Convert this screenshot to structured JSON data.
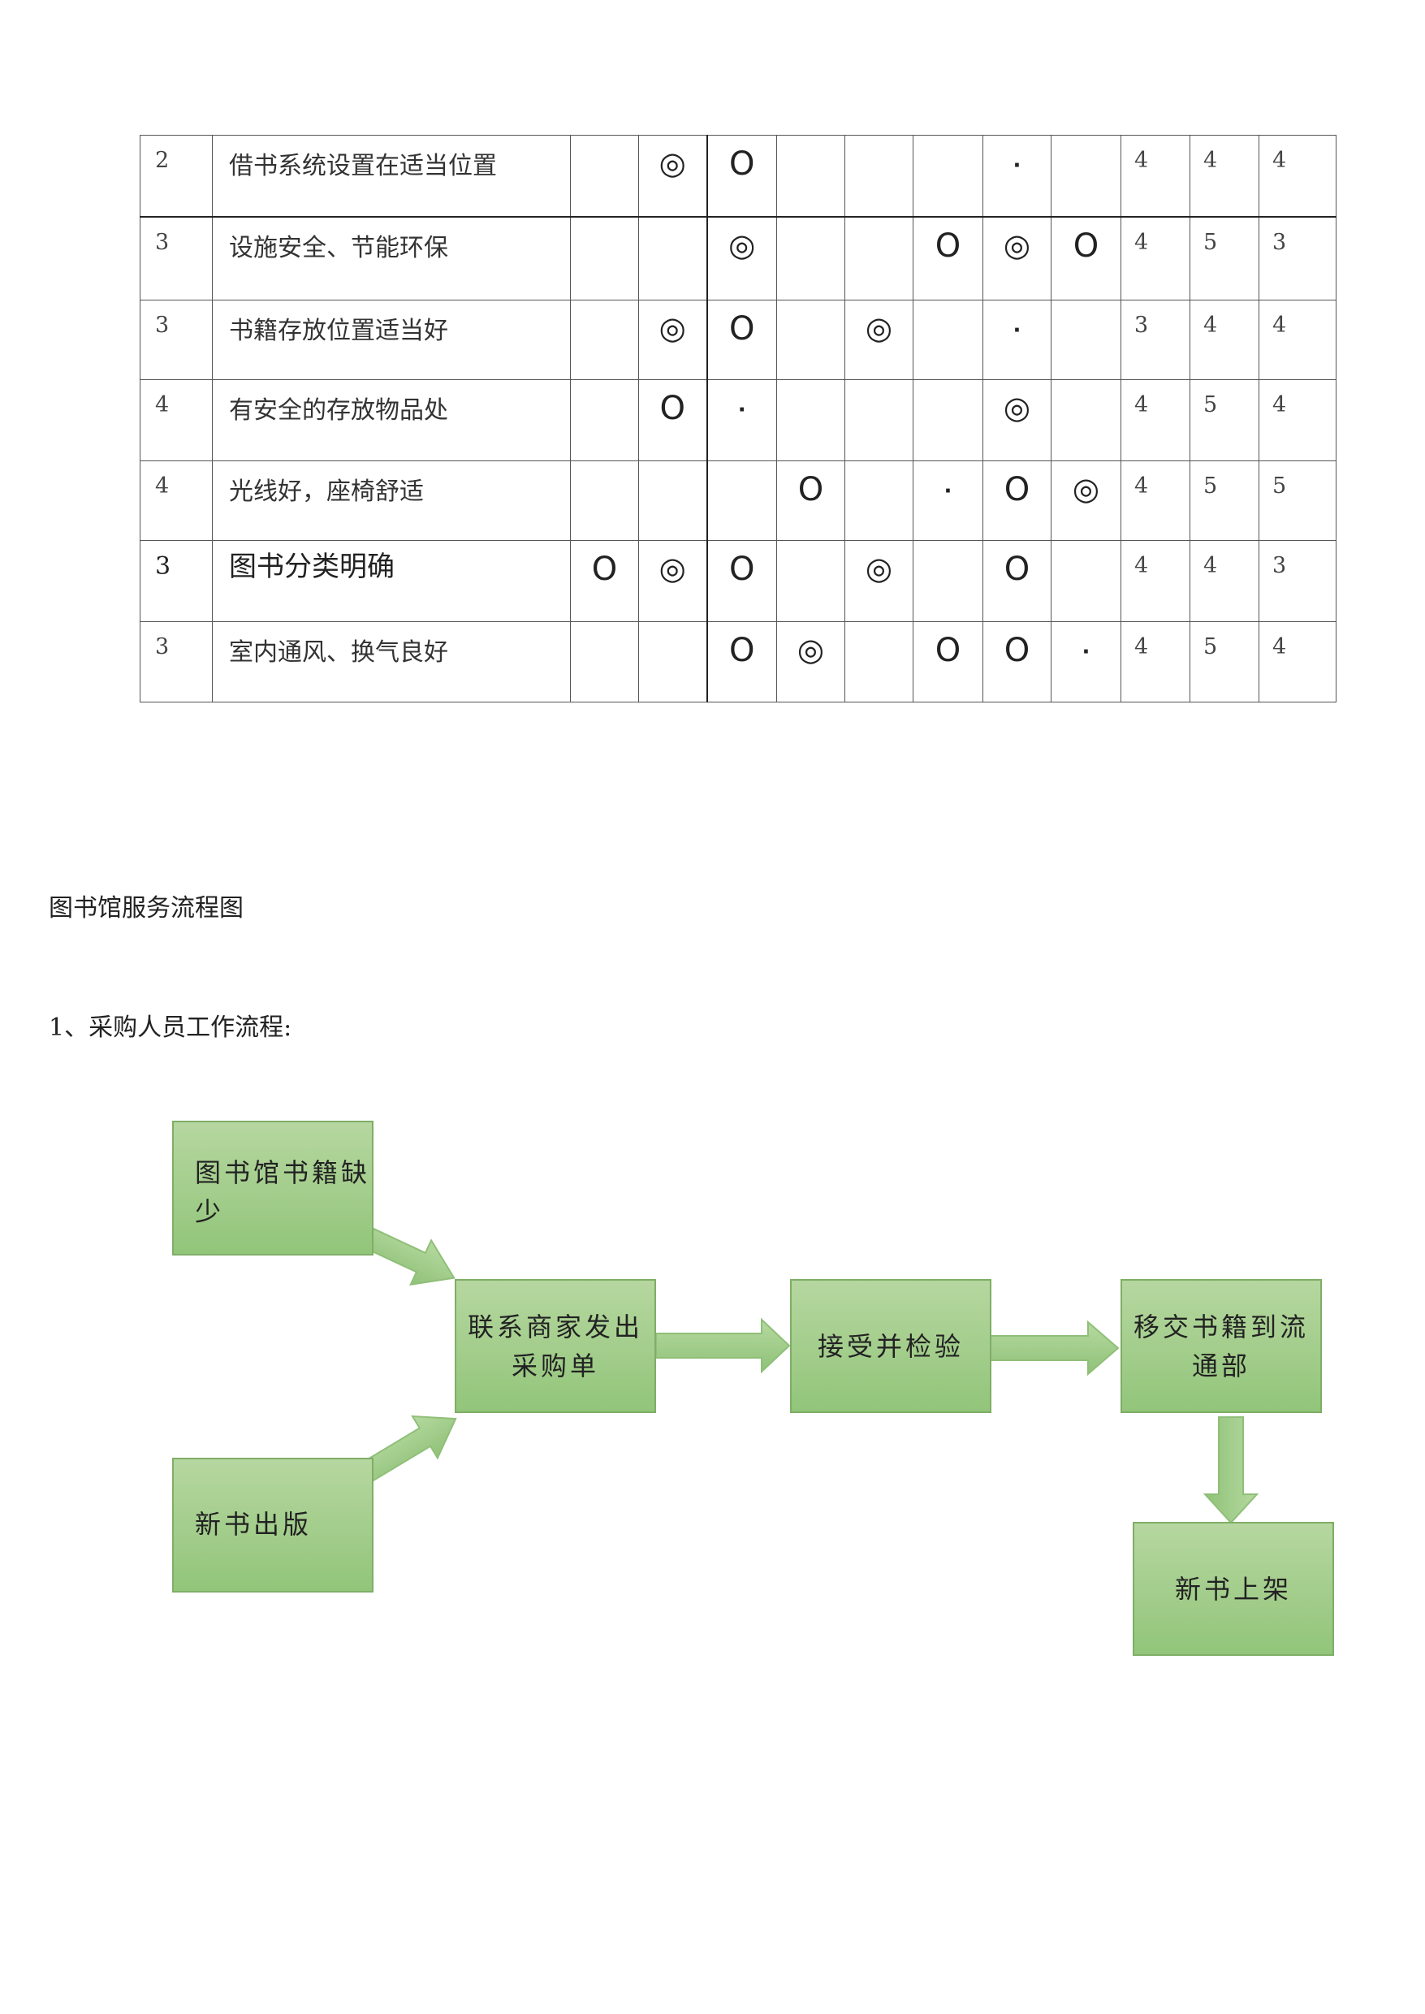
{
  "table": {
    "rows": [
      {
        "num": "2",
        "label": "借书系统设置在适当位置",
        "cells": [
          "",
          "◎",
          "O",
          "",
          "",
          "",
          "·",
          ""
        ],
        "scores": [
          "4",
          "4",
          "4"
        ]
      },
      {
        "num": "3",
        "label": "设施安全、节能环保",
        "cells": [
          "",
          "",
          "◎",
          "",
          "",
          "O",
          "◎",
          "O"
        ],
        "scores": [
          "4",
          "5",
          "3"
        ]
      },
      {
        "num": "3",
        "label": "书籍存放位置适当好",
        "cells": [
          "",
          "◎",
          "O",
          "",
          "◎",
          "",
          "·",
          ""
        ],
        "scores": [
          "3",
          "4",
          "4"
        ]
      },
      {
        "num": "4",
        "label": "有安全的存放物品处",
        "cells": [
          "",
          "O",
          "·",
          "",
          "",
          "",
          "◎",
          ""
        ],
        "scores": [
          "4",
          "5",
          "4"
        ]
      },
      {
        "num": "4",
        "label": "光线好，座椅舒适",
        "cells": [
          "",
          "",
          "",
          "O",
          "",
          "·",
          "O",
          "◎"
        ],
        "scores": [
          "4",
          "5",
          "5"
        ]
      },
      {
        "num": "3",
        "label": "图书分类明确",
        "cells": [
          "O",
          "◎",
          "O",
          "",
          "◎",
          "",
          "O",
          ""
        ],
        "scores": [
          "4",
          "4",
          "3"
        ]
      },
      {
        "num": "3",
        "label": "室内通风、换气良好",
        "cells": [
          "",
          "",
          "O",
          "◎",
          "",
          "O",
          "O",
          "·"
        ],
        "scores": [
          "4",
          "5",
          "4"
        ]
      }
    ]
  },
  "section_title": "图书馆服务流程图",
  "subsection_title": "1、采购人员工作流程:",
  "flow": {
    "box1_line1": "图书馆书籍缺",
    "box1_line2": "少",
    "box2": "新书出版",
    "box3_line1": "联系商家发出",
    "box3_line2": "采购单",
    "box4": "接受并检验",
    "box5_line1": "移交书籍到流",
    "box5_line2": "通部",
    "box6": "新书上架"
  },
  "colors": {
    "box_fill": "#a9d08e",
    "box_border": "#7fae66",
    "arrow": "#9ccc84"
  }
}
